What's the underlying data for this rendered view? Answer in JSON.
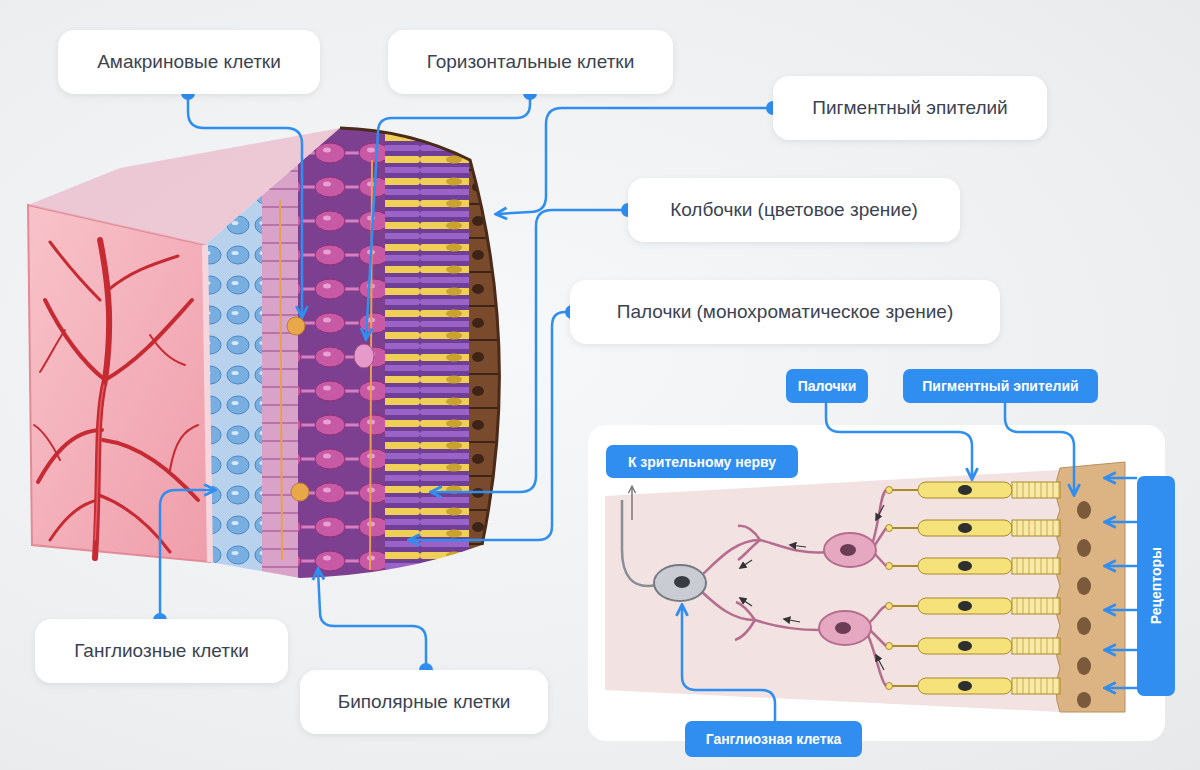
{
  "diagram": {
    "nodes": [
      {
        "text": [
          "Амакриновые клетки"
        ]
      },
      {
        "text": [
          "Горизонтальные клетки"
        ]
      },
      {
        "text": [
          "Пигментный эпителий"
        ]
      },
      {
        "text": [
          "Колбочки (цветовое зрение)"
        ]
      },
      {
        "text": [
          "Палочки (монохроматическое зрение)"
        ]
      },
      {
        "text": [
          "Палочки"
        ]
      },
      {
        "text": [
          "Пигментный эпителий"
        ]
      },
      {
        "text": [
          "К зрительному нерву"
        ]
      },
      {
        "text": [
          "Ганглиозные клетки"
        ]
      },
      {
        "text": [
          "Рецепторы"
        ]
      },
      {
        "text": [
          "Биполярные клетки"
        ]
      },
      {
        "text": [
          "Ганглиозная клетка"
        ]
      }
    ]
  }
}
